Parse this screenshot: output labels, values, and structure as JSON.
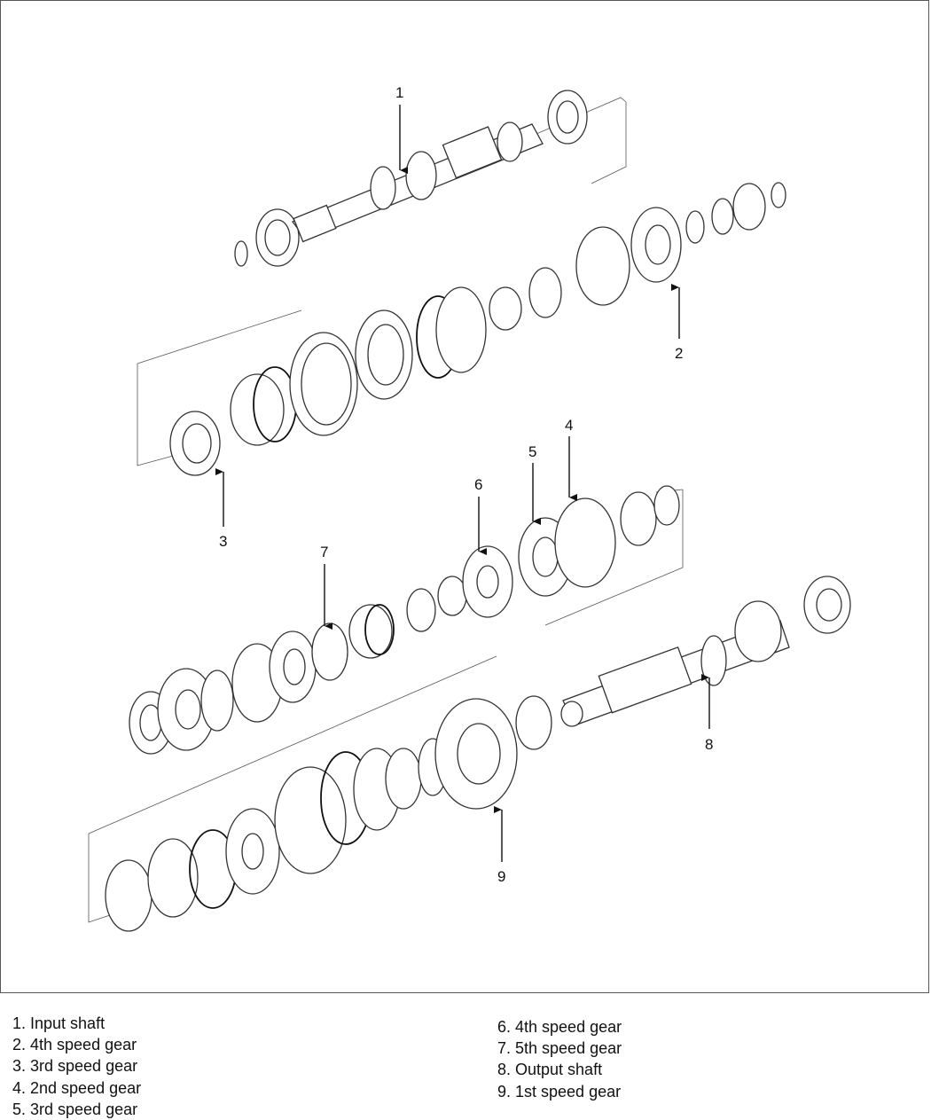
{
  "diagram": {
    "callouts": [
      "1",
      "2",
      "3",
      "4",
      "5",
      "6",
      "7",
      "8",
      "9"
    ]
  },
  "legend": {
    "left": [
      "1. Input shaft",
      "2. 4th speed gear",
      "3. 3rd speed gear",
      "4. 2nd speed gear",
      "5. 3rd speed gear"
    ],
    "right": [
      "6. 4th speed gear",
      "7. 5th speed gear",
      "8. Output shaft",
      "9. 1st speed gear"
    ]
  }
}
